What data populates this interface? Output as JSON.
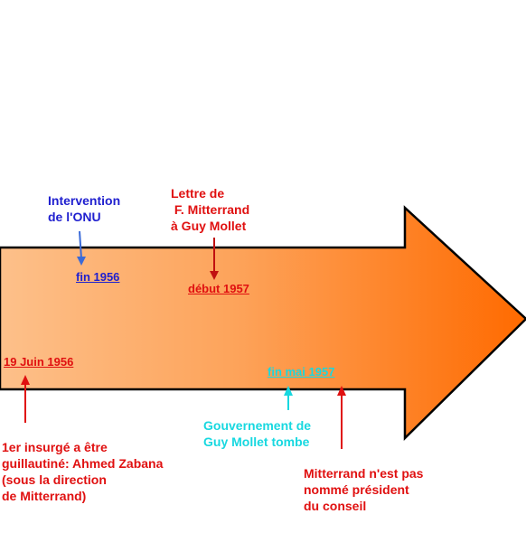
{
  "colors": {
    "arrow_start": "#fdc08a",
    "arrow_end": "#ff6a00",
    "arrow_outline": "#000000",
    "blue": "#1f1fcf",
    "red": "#e01010",
    "cyan": "#18d8e0",
    "blue_arrow": "#3a6ad8"
  },
  "events": {
    "onu": {
      "label": "Intervention\nde l'ONU",
      "date": "fin 1956"
    },
    "lettre": {
      "label": "Lettre de\n F. Mitterrand\nà Guy Mollet",
      "date": "début 1957"
    },
    "zabana": {
      "date": "19 Juin 1956",
      "label": "1er insurgé a être\nguillautiné: Ahmed Zabana\n(sous la direction\nde Mitterrand)"
    },
    "gouvernement": {
      "date": "fin mai 1957",
      "label": "Gouvernement de\nGuy Mollet tombe"
    },
    "conseil": {
      "label": "Mitterrand n'est pas\nnommé président\ndu conseil"
    }
  }
}
